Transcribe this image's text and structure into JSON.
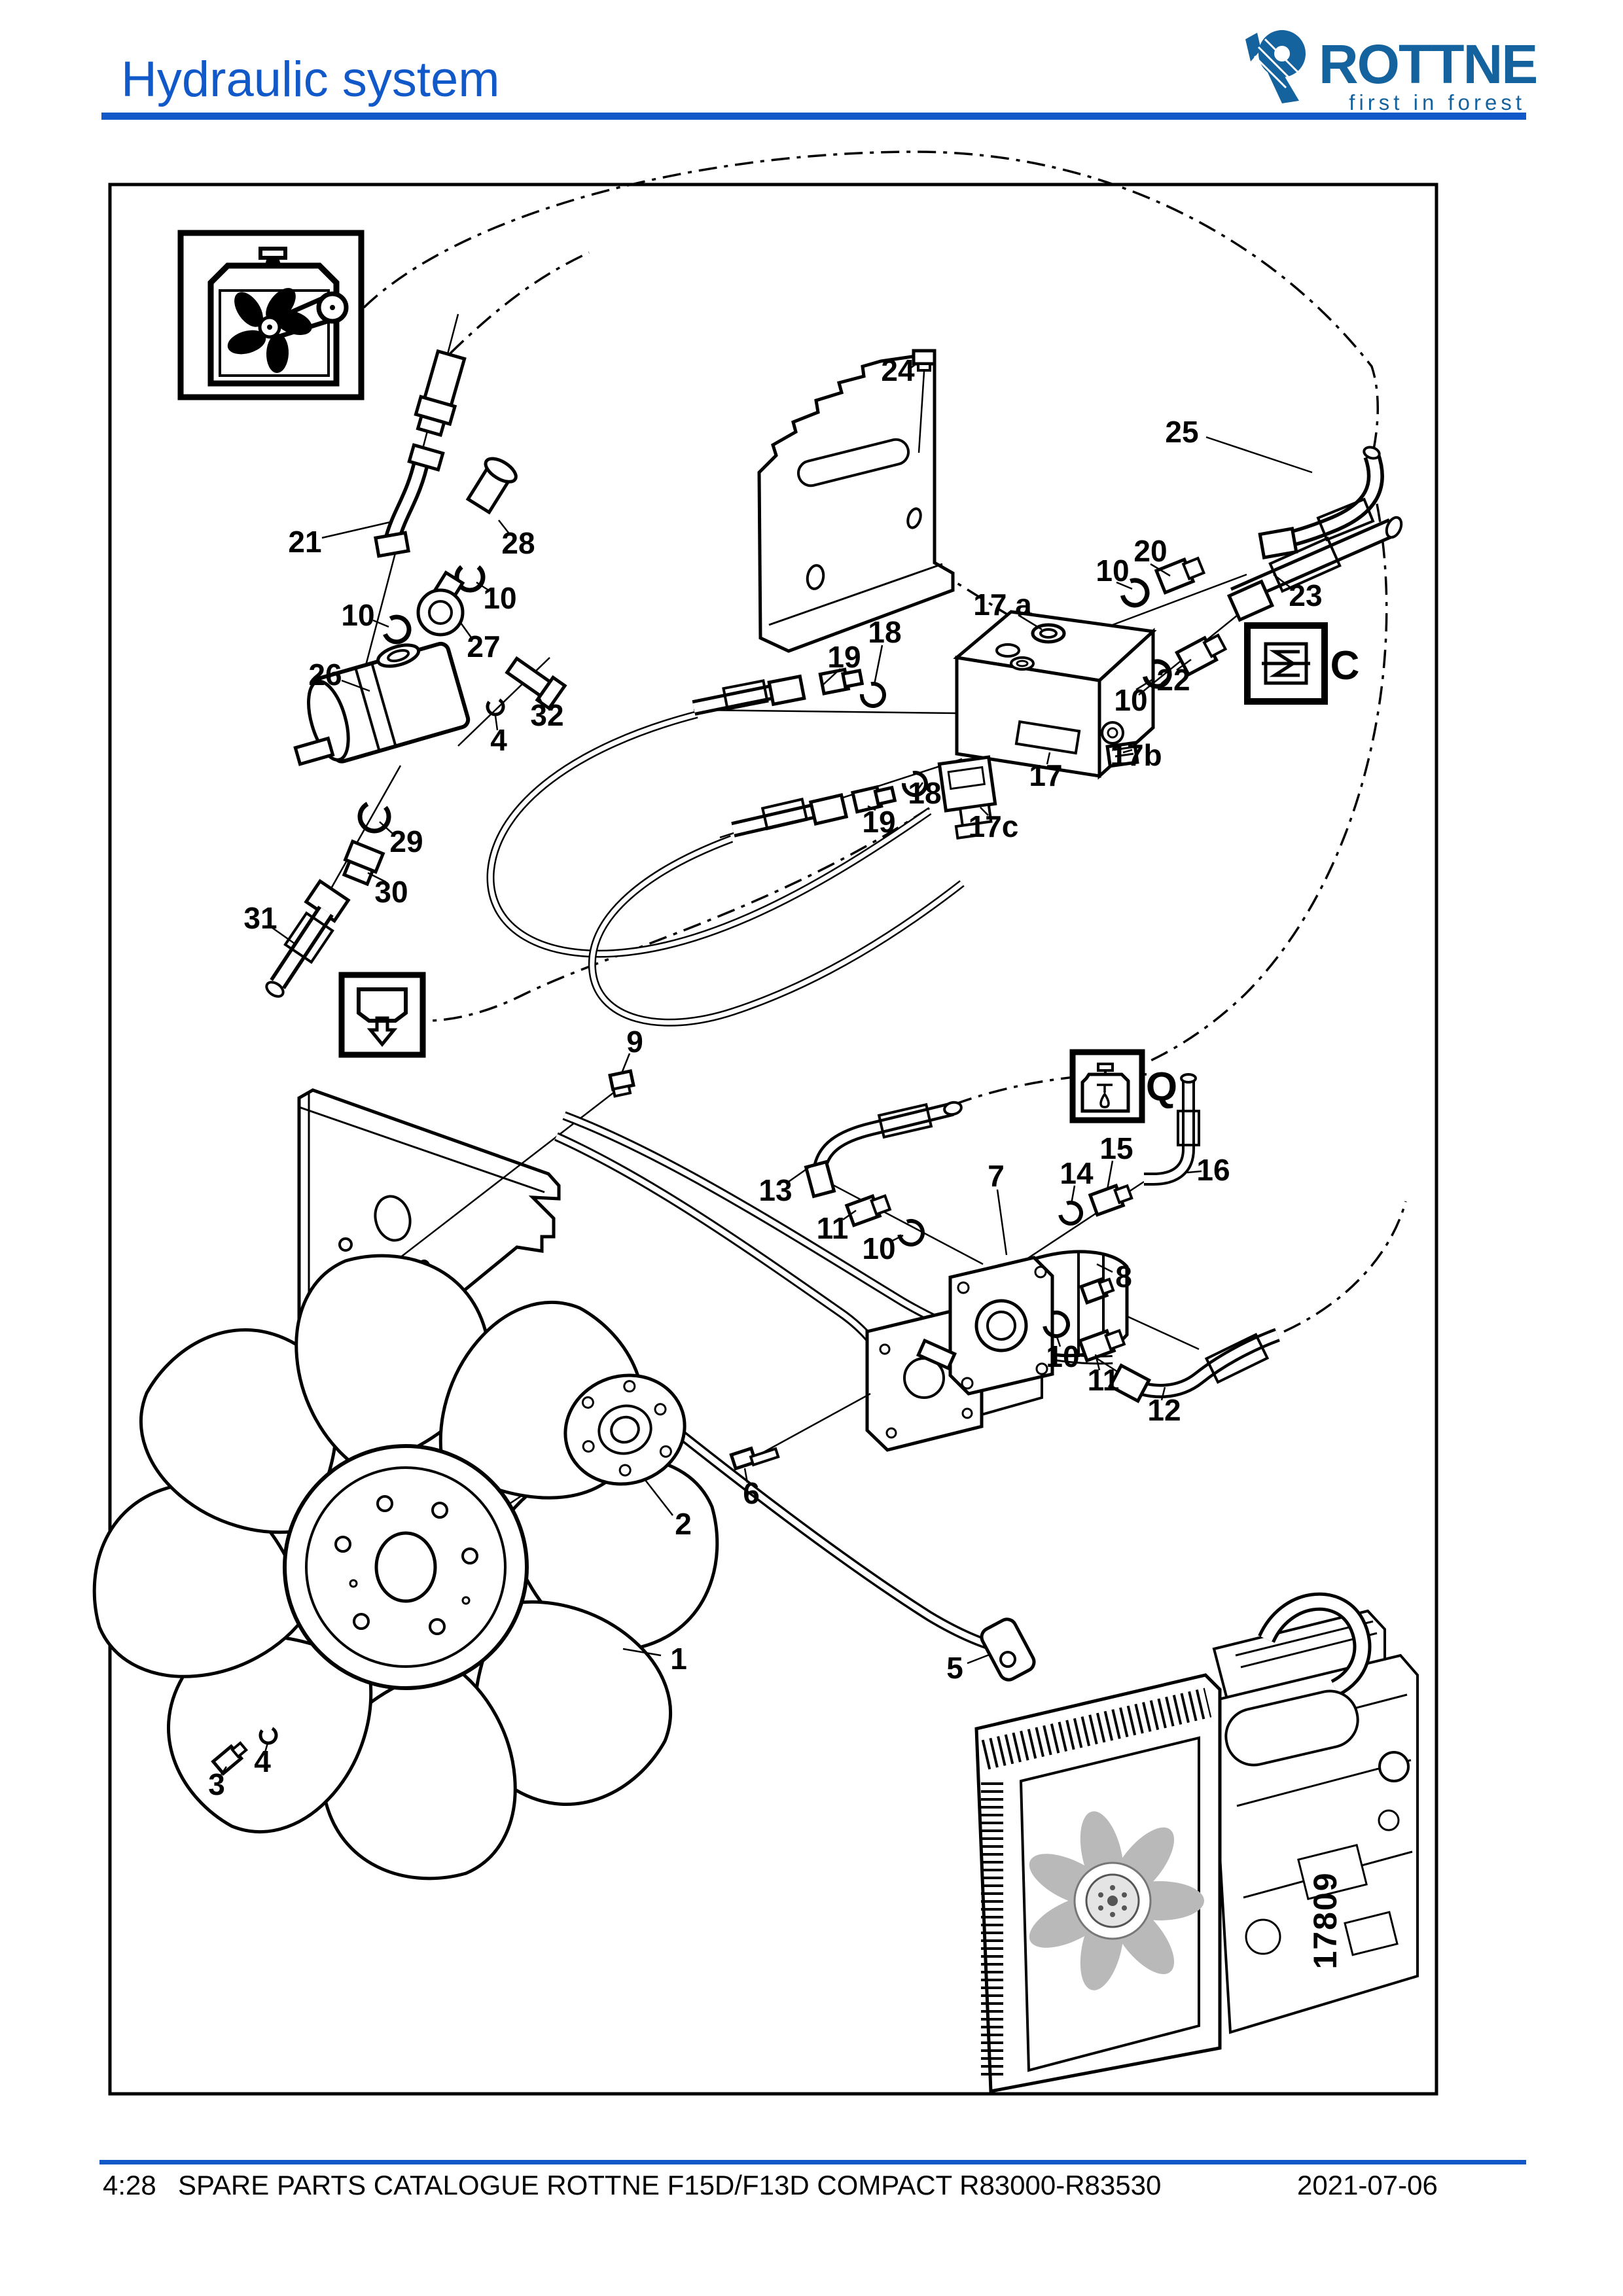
{
  "header": {
    "title": "Hydraulic system",
    "logo": {
      "name": "ROTTNE",
      "tagline": "first in forest"
    }
  },
  "footer": {
    "page_number": "4:28",
    "catalog_title": "SPARE PARTS CATALOGUE ROTTNE F15D/F13D COMPACT R83000-R83530",
    "date": "2021-07-06"
  },
  "colors": {
    "title_blue": "#1159c9",
    "logo_blue": "#15639e",
    "line_black": "#000000",
    "engine_fan_gray": "#b9b9b9"
  },
  "diagram": {
    "figure_number": "17809",
    "reference_letters": [
      {
        "text": "C"
      },
      {
        "text": "Q"
      }
    ],
    "icon_boxes": [
      "radiator-fan-belt-icon",
      "tank-return-icon",
      "cooler-symbol-icon",
      "oil-reservoir-icon"
    ],
    "callouts": [
      {
        "text": "24"
      },
      {
        "text": "25"
      },
      {
        "text": "21"
      },
      {
        "text": "28"
      },
      {
        "text": "10"
      },
      {
        "text": "20"
      },
      {
        "text": "10"
      },
      {
        "text": "23"
      },
      {
        "text": "17 a"
      },
      {
        "text": "10"
      },
      {
        "text": "27"
      },
      {
        "text": "18"
      },
      {
        "text": "19"
      },
      {
        "text": "26"
      },
      {
        "text": "22"
      },
      {
        "text": "10"
      },
      {
        "text": "4"
      },
      {
        "text": "32"
      },
      {
        "text": "17b"
      },
      {
        "text": "17"
      },
      {
        "text": "18"
      },
      {
        "text": "19"
      },
      {
        "text": "17c"
      },
      {
        "text": "29"
      },
      {
        "text": "30"
      },
      {
        "text": "31"
      },
      {
        "text": "9"
      },
      {
        "text": "15"
      },
      {
        "text": "14"
      },
      {
        "text": "16"
      },
      {
        "text": "13"
      },
      {
        "text": "7"
      },
      {
        "text": "11"
      },
      {
        "text": "10"
      },
      {
        "text": "8"
      },
      {
        "text": "10"
      },
      {
        "text": "11"
      },
      {
        "text": "12"
      },
      {
        "text": "6"
      },
      {
        "text": "2"
      },
      {
        "text": "1"
      },
      {
        "text": "5"
      },
      {
        "text": "3"
      },
      {
        "text": "4"
      }
    ]
  }
}
